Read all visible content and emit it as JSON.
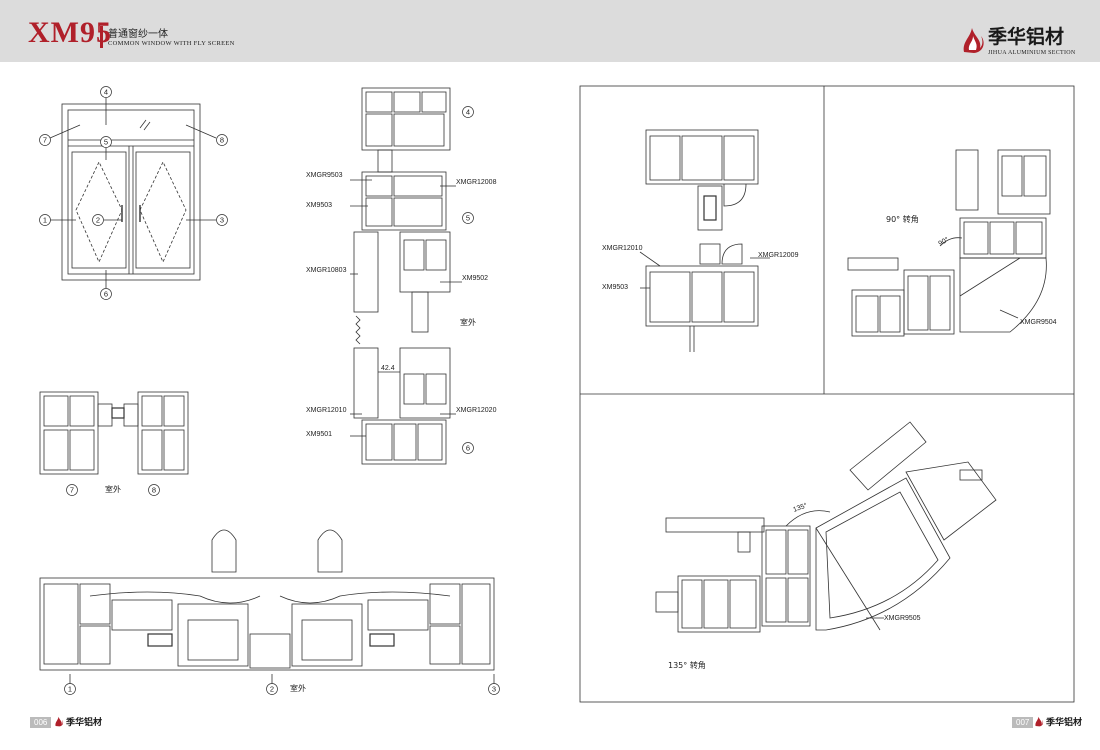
{
  "header": {
    "model": "XM95",
    "subtitle_cn": "普通窗纱一体",
    "subtitle_en": "COMMON WINDOW WITH FLY SCREEN",
    "brand_cn": "季华铝材",
    "brand_en": "JIHUA ALUMINIUM SECTION"
  },
  "elevation": {
    "callouts": [
      "1",
      "2",
      "3",
      "4",
      "5",
      "6",
      "7",
      "8"
    ]
  },
  "section_vertical": {
    "labels": [
      "XMGR9503",
      "XM9503",
      "XMGR12008",
      "XMGR10803",
      "XM9502",
      "XMGR12010",
      "XMGR12020",
      "XM9501"
    ],
    "dimension": "42.4",
    "outside": "室外",
    "callouts": [
      "4",
      "5",
      "6"
    ]
  },
  "section_78": {
    "outside": "室外",
    "callouts": [
      "7",
      "8"
    ]
  },
  "section_horizontal": {
    "outside": "室外",
    "callouts": [
      "1",
      "2",
      "3"
    ]
  },
  "panel_detail": {
    "labels": [
      "XMGR12010",
      "XMGR12009",
      "XM9503"
    ]
  },
  "panel_90": {
    "title": "90° 转角",
    "angle": "90°",
    "profile": "XMGR9504"
  },
  "panel_135": {
    "title": "135° 转角",
    "angle": "135°",
    "profile": "XMGR9505"
  },
  "footer": {
    "left_page": "006",
    "right_page": "007",
    "brand": "季华铝材"
  },
  "colors": {
    "accent": "#b0202a",
    "header_bg": "#dcdcdc",
    "line": "#333333"
  }
}
